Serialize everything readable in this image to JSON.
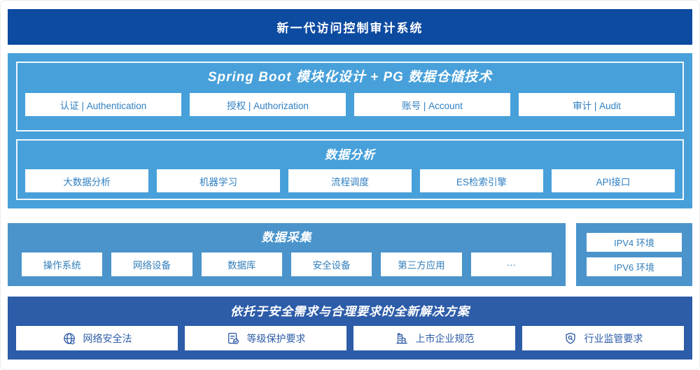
{
  "banner": {
    "title": "新一代访问控制审计系统"
  },
  "platform": {
    "title": "Spring Boot 模块化设计 + PG 数据仓储技术",
    "modules": [
      "认证 | Authentication",
      "授权 | Authorization",
      "账号 | Account",
      "审计 | Audit"
    ],
    "analysis": {
      "title": "数据分析",
      "modules": [
        "大数据分析",
        "机器学习",
        "流程调度",
        "ES检索引擎",
        "API接口"
      ]
    }
  },
  "collection": {
    "title": "数据采集",
    "sources": [
      "操作系统",
      "网络设备",
      "数据库",
      "安全设备",
      "第三方应用",
      "···"
    ]
  },
  "environments": {
    "items": [
      "IPV4 环境",
      "IPV6 环境"
    ]
  },
  "solution": {
    "title": "依托于安全需求与合理要求的全新解决方案",
    "items": [
      {
        "icon": "globe-icon",
        "label": "网络安全法"
      },
      {
        "icon": "doc-check-icon",
        "label": "等级保护要求"
      },
      {
        "icon": "building-icon",
        "label": "上市企业规范"
      },
      {
        "icon": "shield-search-icon",
        "label": "行业监管要求"
      }
    ]
  },
  "colors": {
    "banner_blue": "#0d4ba1",
    "platform_blue": "#47a0da",
    "collection_blue": "#4a94cb",
    "solution_blue": "#2d5ca8",
    "box_text_blue": "#2e7fc2",
    "box_bg": "#ffffff"
  }
}
